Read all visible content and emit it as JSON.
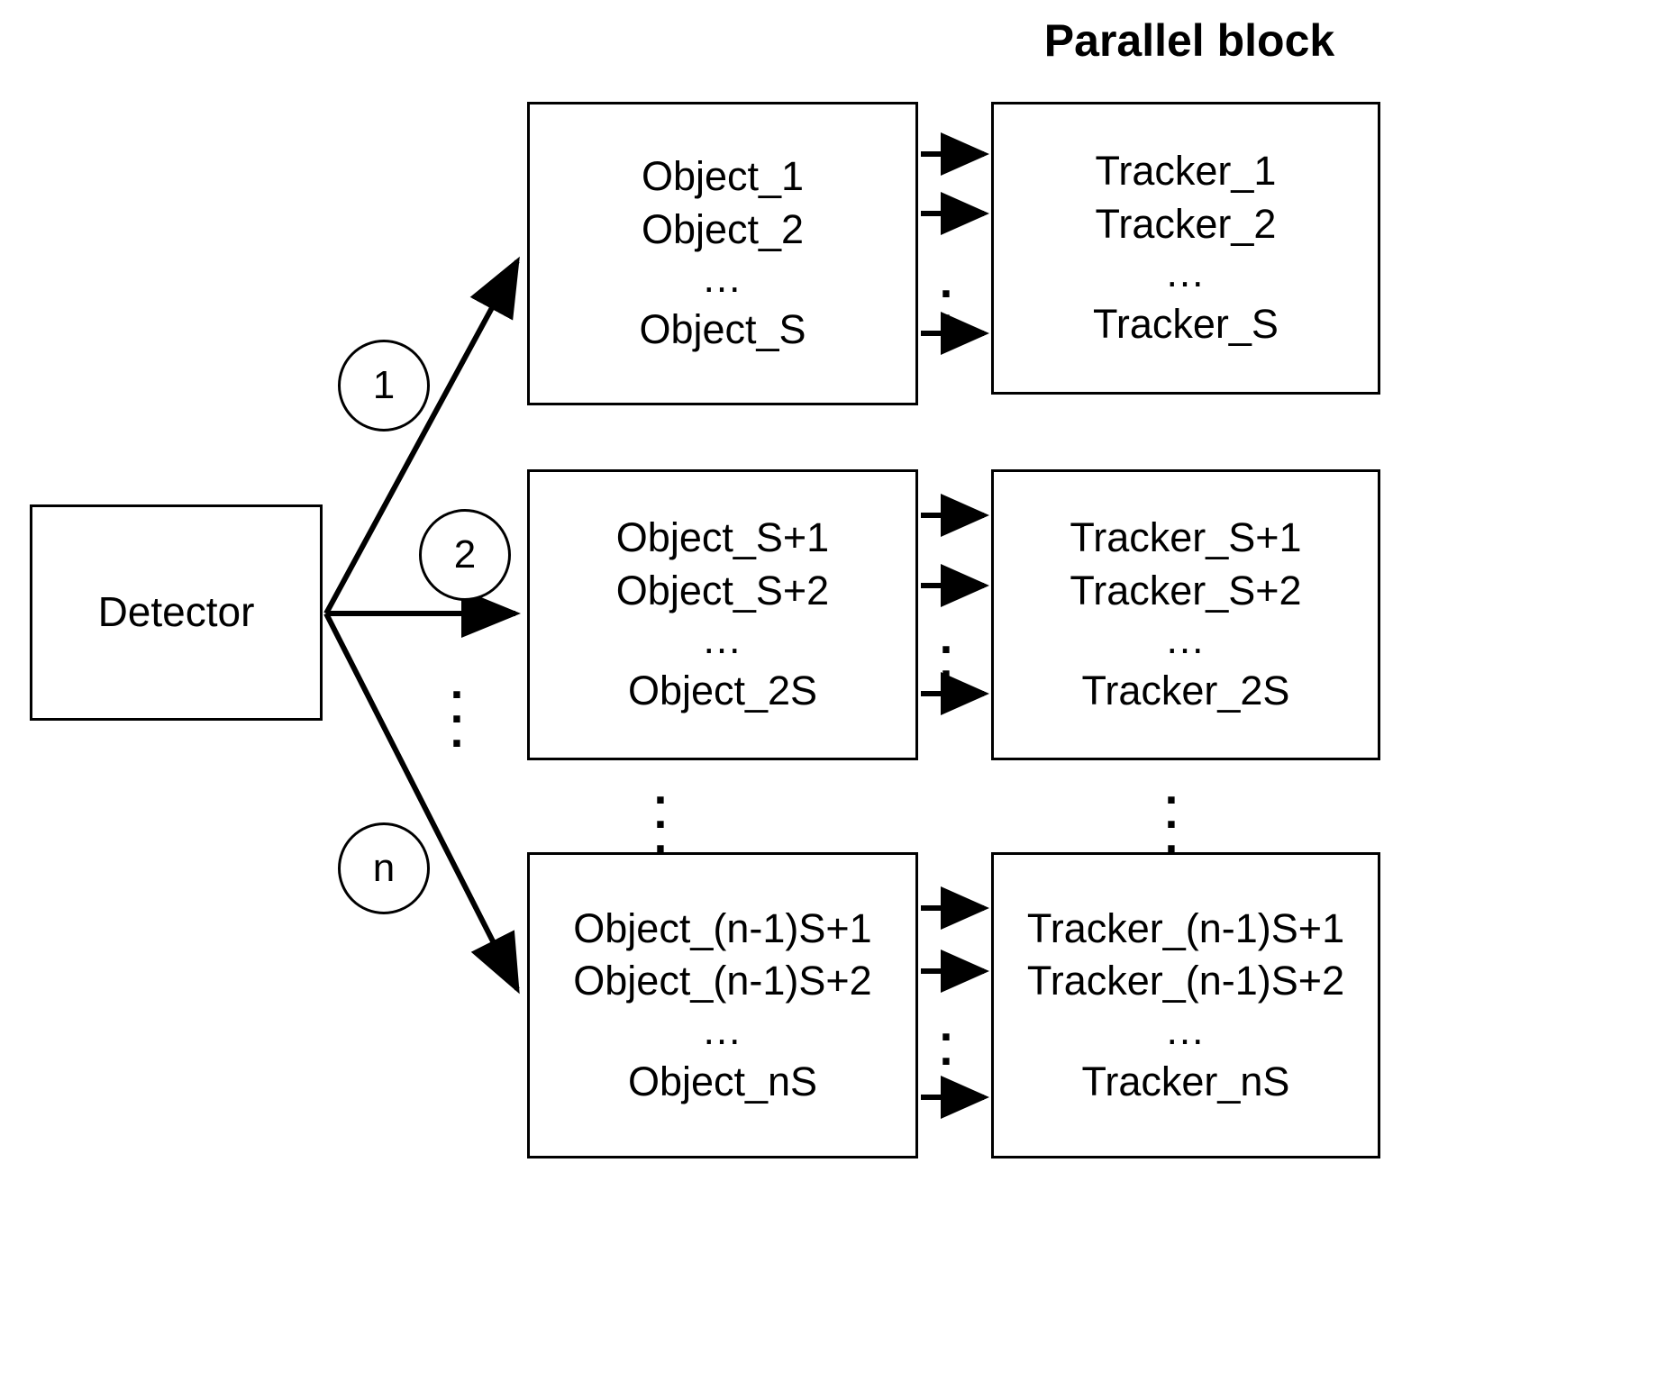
{
  "title": "Parallel block",
  "detector": {
    "label": "Detector"
  },
  "branches": [
    {
      "label": "1"
    },
    {
      "label": "2"
    },
    {
      "label": "n"
    }
  ],
  "ellipsis": {
    "horizontal": "…",
    "vertical_dot": "."
  },
  "rows": [
    {
      "objects": {
        "lines": [
          "Object_1",
          "Object_2",
          "…",
          "Object_S"
        ]
      },
      "trackers": {
        "lines": [
          "Tracker_1",
          "Tracker_2",
          "…",
          "Tracker_S"
        ]
      }
    },
    {
      "objects": {
        "lines": [
          "Object_S+1",
          "Object_S+2",
          "…",
          "Object_2S"
        ]
      },
      "trackers": {
        "lines": [
          "Tracker_S+1",
          "Tracker_S+2",
          "…",
          "Tracker_2S"
        ]
      }
    },
    {
      "objects": {
        "lines": [
          "Object_(n-1)S+1",
          "Object_(n-1)S+2",
          "…",
          "Object_nS"
        ]
      },
      "trackers": {
        "lines": [
          "Tracker_(n-1)S+1",
          "Tracker_(n-1)S+2",
          "…",
          "Tracker_nS"
        ]
      }
    }
  ],
  "colors": {
    "stroke": "#000000",
    "background": "#ffffff",
    "text": "#000000"
  }
}
